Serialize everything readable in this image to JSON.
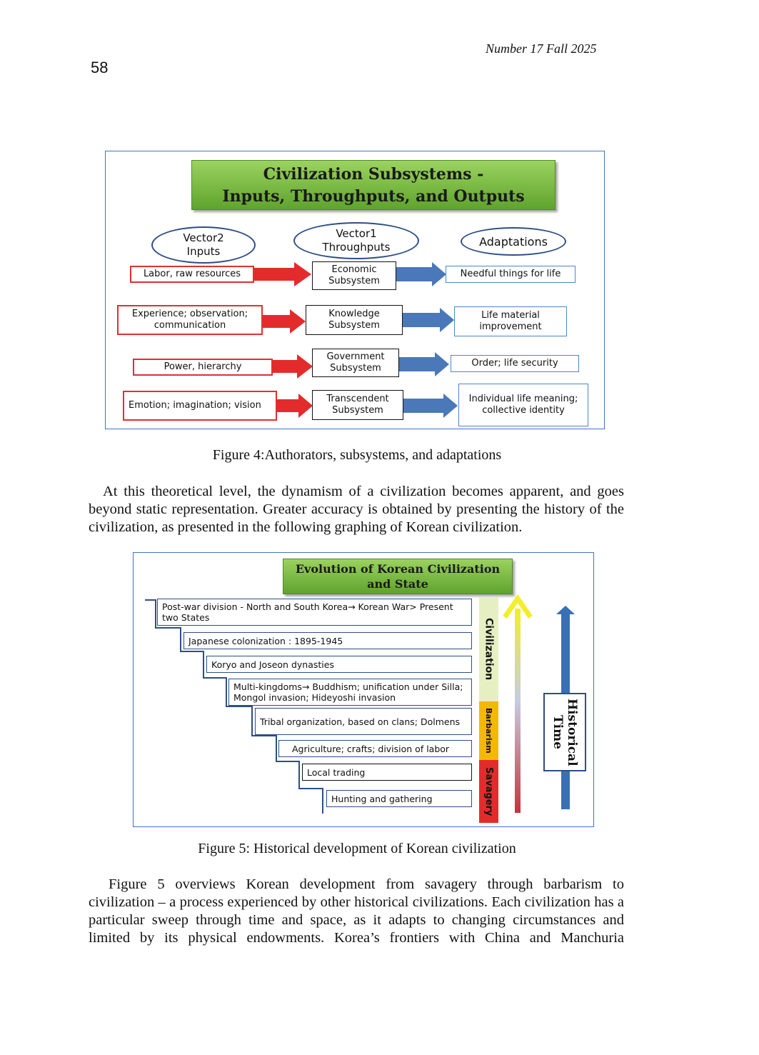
{
  "header": {
    "page_number": "58",
    "journal": "Number 17 Fall 2025"
  },
  "figure4": {
    "title_line1": "Civilization Subsystems -",
    "title_line2": "Inputs, Throughputs, and Outputs",
    "ovals": {
      "inputs": [
        "Vector2",
        "Inputs"
      ],
      "throughputs": [
        "Vector1",
        "Throughputs"
      ],
      "outputs": [
        "Adaptations"
      ]
    },
    "rows": [
      {
        "input": "Labor, raw resources",
        "subsystem": [
          "Economic",
          "Subsystem"
        ],
        "output": "Needful things for life"
      },
      {
        "input": "Experience; observation; communication",
        "subsystem": [
          "Knowledge",
          "Subsystem"
        ],
        "output": "Life material improvement"
      },
      {
        "input": "Power, hierarchy",
        "subsystem": [
          "Government",
          "Subsystem"
        ],
        "output": "Order; life security"
      },
      {
        "input": "Emotion; imagination; vision",
        "subsystem": [
          "Transcendent",
          "Subsystem"
        ],
        "output": "Individual life meaning; collective identity"
      }
    ],
    "caption": "Figure 4:Authorators, subsystems,  and adaptations"
  },
  "paragraph1": "At this theoretical level, the dynamism of a civilization becomes apparent, and goes beyond static representation. Greater accuracy is obtained by presenting the history of the civilization, as presented in the following graphing of Korean civilization.",
  "figure5": {
    "title_line1": "Evolution of Korean Civilization",
    "title_line2": "and State",
    "stages": [
      "Post-war division  - North and South Korea→ Korean War> Present two States",
      "Japanese colonization : 1895-1945",
      "Koryo and Joseon dynasties",
      "Multi-kingdoms→ Buddhism; unification under Silla; Mongol invasion; Hideyoshi invasion",
      "Tribal organization, based on clans; Dolmens",
      "Agriculture; crafts; division of labor",
      "Local trading",
      "Hunting and gathering"
    ],
    "bands": {
      "civilization": "Civilization",
      "barbarism": "Barbarism",
      "savagery": "Savagery"
    },
    "historical_time": [
      "Historical",
      "Time"
    ],
    "colors": {
      "civilization": "#e6efc2",
      "barbarism": "#f5b800",
      "savagery": "#e42b2b",
      "arrow_blue": "#3b6fb5"
    },
    "caption": "Figure 5: Historical development of Korean civilization"
  },
  "paragraph2": "Figure 5 overviews Korean development from savagery through barbarism to civilization – a process experienced by other historical civilizations. Each civilization has a particular sweep through time and space, as it adapts to changing circumstances and limited by its physical endowments. Korea’s frontiers with China and Manchuria"
}
